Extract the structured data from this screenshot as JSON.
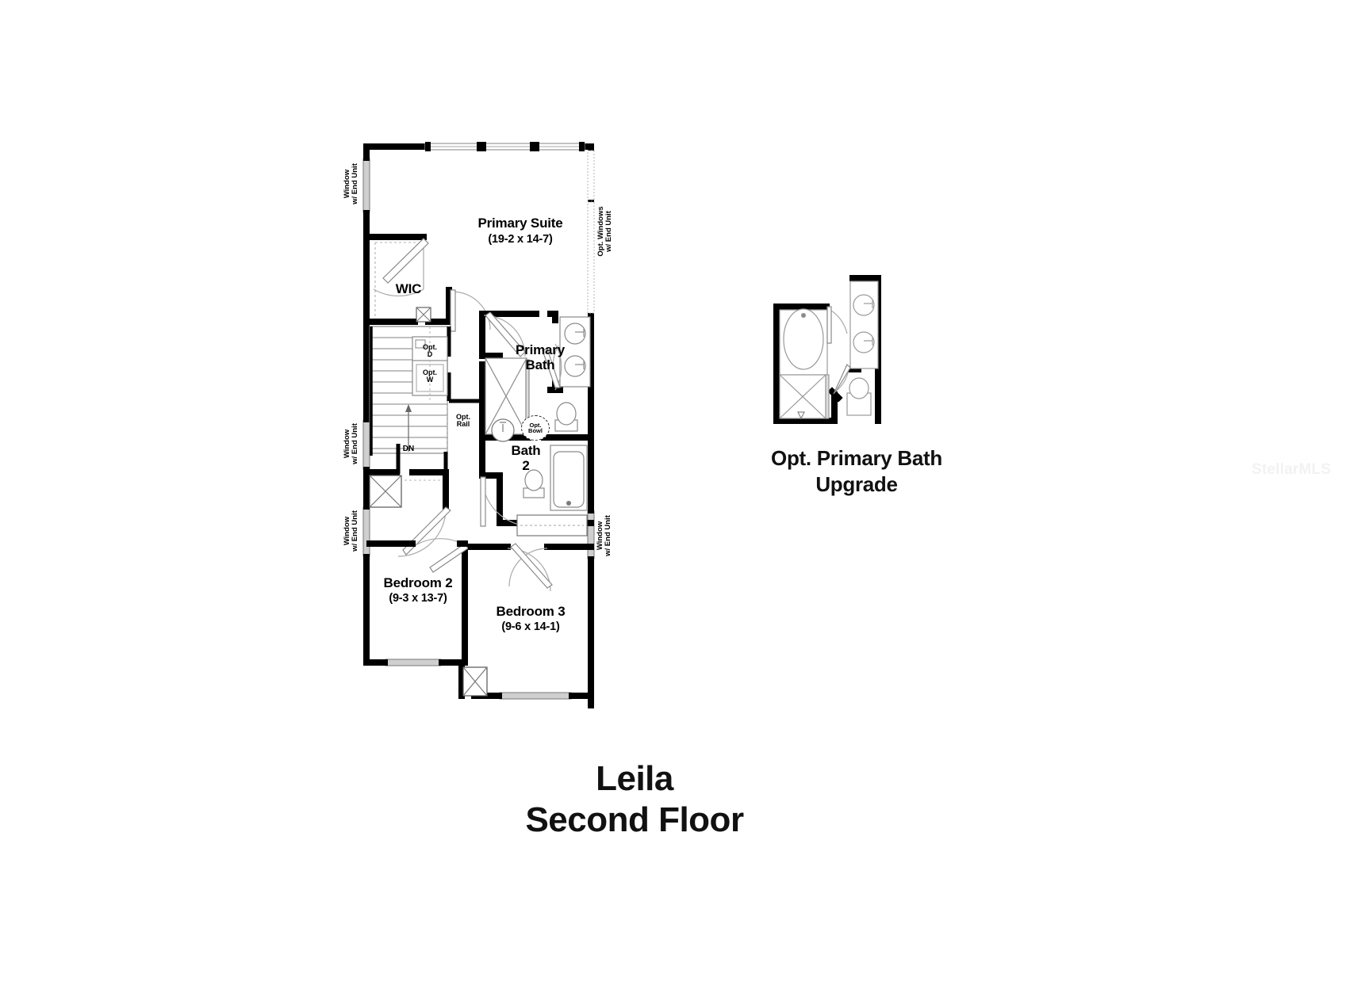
{
  "title": {
    "line1": "Leila",
    "line2": "Second Floor"
  },
  "watermark": "StellarMLS",
  "optional_plan": {
    "title_line1": "Opt. Primary Bath",
    "title_line2": "Upgrade",
    "fixtures": [
      "tub",
      "shower",
      "double-vanity",
      "toilet"
    ]
  },
  "rooms": [
    {
      "name": "Primary Suite",
      "dimensions": "(19-2 x 14-7)"
    },
    {
      "name": "WIC",
      "dimensions": ""
    },
    {
      "name": "Primary\nBath",
      "dimensions": ""
    },
    {
      "name": "Bath\n2",
      "dimensions": ""
    },
    {
      "name": "Bedroom 2",
      "dimensions": "(9-3 x 13-7)"
    },
    {
      "name": "Bedroom 3",
      "dimensions": "(9-6 x 14-1)"
    }
  ],
  "annotations": {
    "opt_d": "Opt.\nD",
    "opt_w": "Opt.\nW",
    "opt_rail": "Opt.\nRail",
    "stair_down": "DN",
    "opt_bowl": "Opt.\nBowl",
    "window_end_unit": "Window\nw/ End Unit",
    "opt_windows_end_unit": "Opt. Windows\nw/ End Unit"
  },
  "colors": {
    "wall": "#000000",
    "thin_line": "#888888",
    "fixture_line": "#9a9a9a",
    "background": "#ffffff",
    "text": "#111111",
    "watermark": "#f2f2f2"
  }
}
